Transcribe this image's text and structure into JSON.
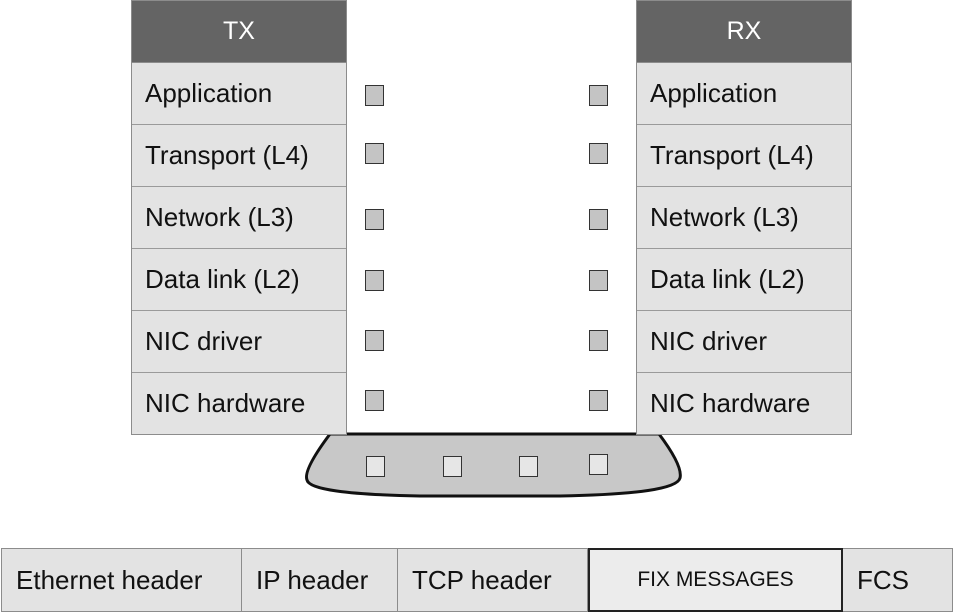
{
  "tx": {
    "title": "TX",
    "layers": [
      "Application",
      "Transport (L4)",
      "Network (L3)",
      "Data link (L2)",
      "NIC driver",
      "NIC hardware"
    ]
  },
  "rx": {
    "title": "RX",
    "layers": [
      "Application",
      "Transport (L4)",
      "Network (L3)",
      "Data link (L2)",
      "NIC driver",
      "NIC hardware"
    ]
  },
  "packet": {
    "fields": [
      "Ethernet header",
      "IP header",
      "TCP header",
      "FIX MESSAGES",
      "FCS"
    ]
  },
  "colors": {
    "header_fill": "#646464",
    "layer_fill": "#e3e3e3",
    "square_fill": "#c4c4c4",
    "wire_fill": "#c8c8c8"
  }
}
